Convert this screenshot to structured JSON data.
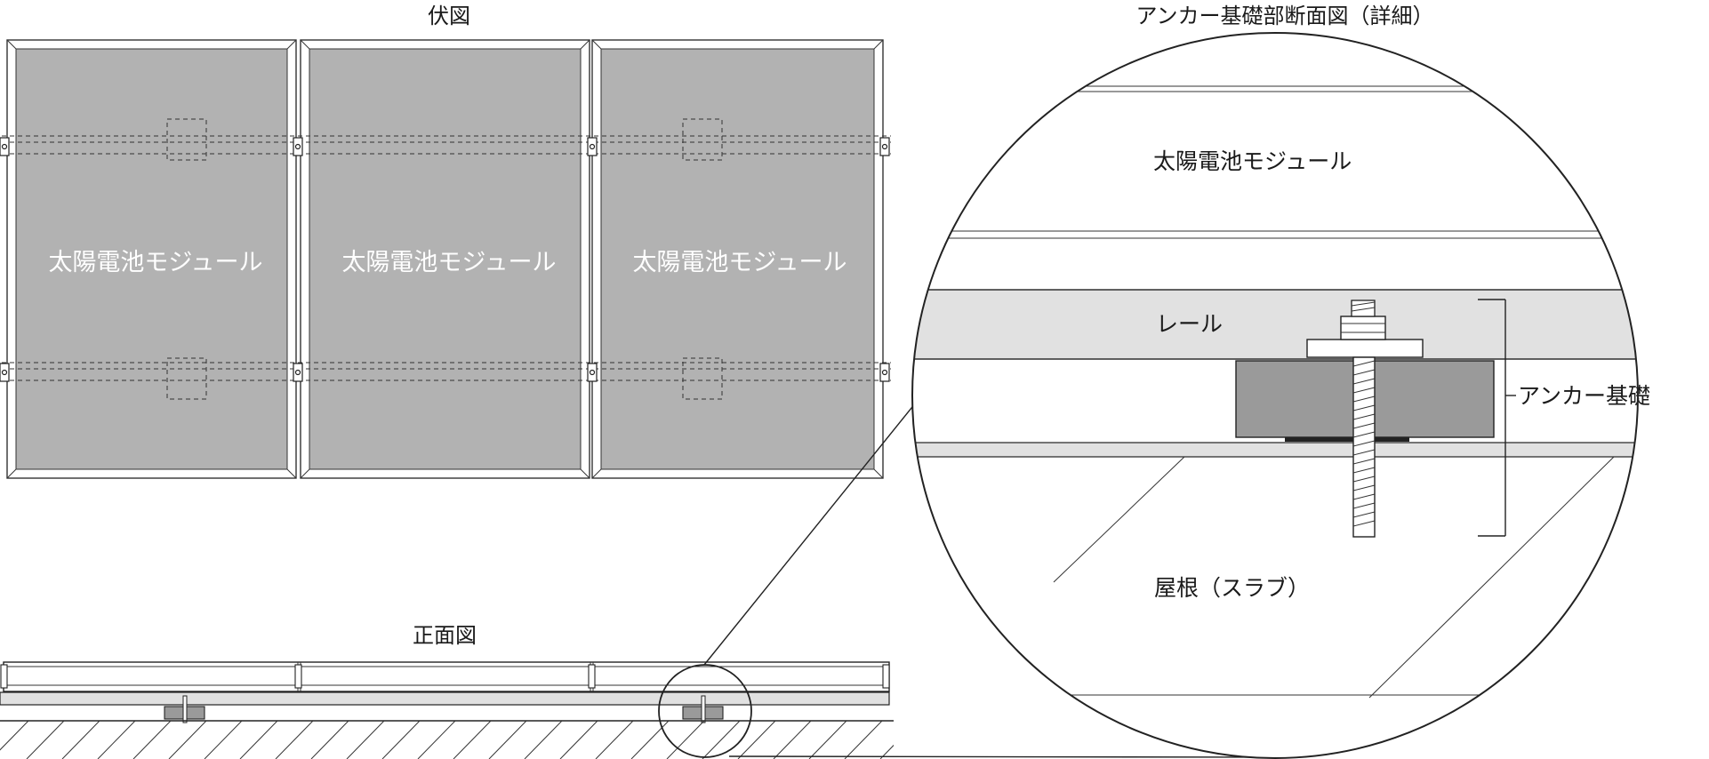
{
  "titles": {
    "plan": "伏図",
    "front": "正面図",
    "detail": "アンカー基礎部断面図（詳細）"
  },
  "plan": {
    "modules": [
      {
        "label": "太陽電池モジュール"
      },
      {
        "label": "太陽電池モジュール"
      },
      {
        "label": "太陽電池モジュール"
      }
    ]
  },
  "detail": {
    "module_label": "太陽電池モジュール",
    "rail_label": "レール",
    "anchor_label": "アンカー基礎",
    "slab_label": "屋根（スラブ）"
  },
  "colors": {
    "module_fill": "#b2b2b2",
    "rail_fill": "#e1e1e1",
    "anchor_fill": "#9a9a9a",
    "line": "#222222"
  }
}
